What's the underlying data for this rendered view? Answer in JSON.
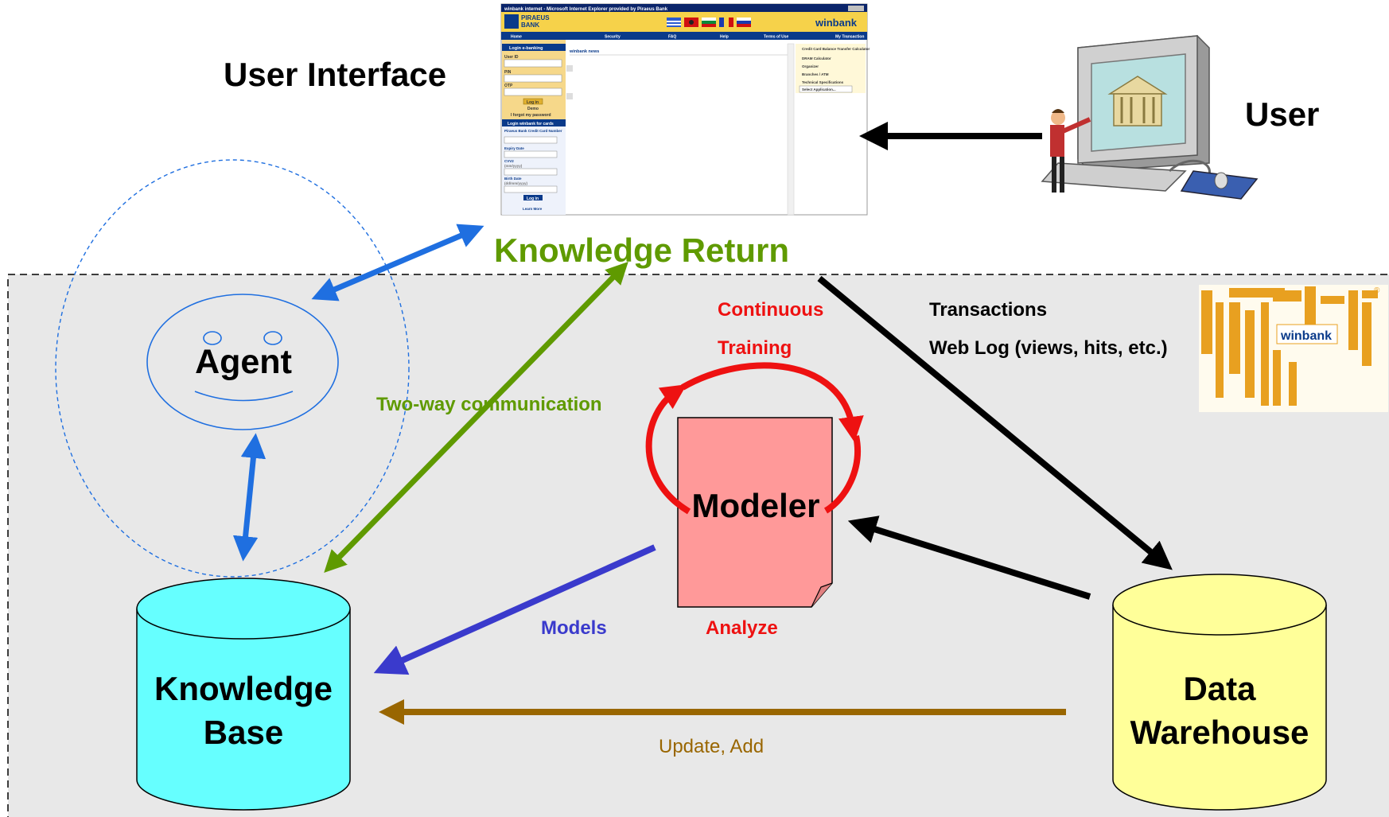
{
  "labels": {
    "user_interface": "User Interface",
    "user": "User",
    "knowledge_return": "Knowledge Return",
    "agent": "Agent",
    "continuous": "Continuous",
    "training": "Training",
    "transactions": "Transactions",
    "web_log": "Web Log (views, hits, etc.)",
    "two_way": "Two-way communication",
    "modeler": "Modeler",
    "models": "Models",
    "analyze": "Analyze",
    "update_add": "Update, Add",
    "kb_line1": "Knowledge",
    "kb_line2": "Base",
    "dw_line1": "Data",
    "dw_line2": "Warehouse"
  },
  "screenshot": {
    "window_title": "winbank internet - Microsoft Internet Explorer provided by Piraeus Bank",
    "bank_name_1": "PIRAEUS",
    "bank_name_2": "BANK",
    "brand": "winbank",
    "nav": [
      "Home",
      "Security",
      "FAQ",
      "Help",
      "Terms of Use",
      "My Transaction"
    ],
    "login_title": "Login e-banking",
    "user_id": "User ID",
    "pin": "PIN",
    "otp": "OTP",
    "login_button": "Log in",
    "demo": "Demo",
    "forgot": "I forgot my password",
    "login_cards": "Login winbank for cards",
    "card_number": "Piraeus Bank Credit Card Number",
    "expiry": "Expiry Date",
    "cvv": "CVV2",
    "cvv_hint": "(mm/yyyy)",
    "birth": "Birth Date",
    "birth_hint": "(dd/mm/yyyy)",
    "login_button_2": "Log in",
    "learn_more": "Learn More",
    "news": "winbank news",
    "right_links": [
      "Credit Card Balance Transfer Calculator",
      "DRAM Calculator",
      "Organizer",
      "Branches / ATM",
      "Technical Specifications"
    ],
    "select_app": "Select Application..."
  },
  "colors": {
    "panel_bg": "#e8e8e8",
    "agent_blue": "#1f6fe0",
    "green": "#5f9a00",
    "red": "#ee1111",
    "models_blue": "#3a3acc",
    "brown": "#996600",
    "kb_fill": "#66ffff",
    "dw_fill": "#ffff99",
    "modeler_fill": "#ff9999"
  },
  "icons": [
    "computer-user-icon",
    "bank-building-icon",
    "word-collage-logo"
  ]
}
